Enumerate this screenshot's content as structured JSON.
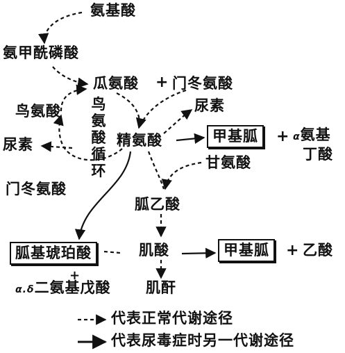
{
  "nodes": {
    "amino_acid": "氨基酸",
    "carbamoyl_phosphate": "氨甲酰磷酸",
    "citrulline": "瓜氨酸",
    "aspartate_top": "门冬氨酸",
    "urea_right": "尿素",
    "ornithine": "鸟氨酸",
    "ornithine_cycle": "鸟氨酸循环",
    "urea_left": "尿素",
    "arginine": "精氨酸",
    "methylguanidine_top": "甲基胍",
    "alpha_prefix": "α",
    "aminobutyric_a": "氨基",
    "aminobutyric_b": "丁酸",
    "glycine": "甘氨酸",
    "aspartate_left": "门冬氨酸",
    "guanidinoacetic_acid": "胍乙酸",
    "guanidinosuccinic_acid": "胍基琥珀酸",
    "creatine": "肌酸",
    "methylguanidine_bottom": "甲基胍",
    "acetic_acid": "乙酸",
    "ad_prefix": "α.δ",
    "diaminovaleric_acid": "二氨基戊酸",
    "creatinine": "肌酐"
  },
  "plus": "+",
  "legend": {
    "normal": "代表正常代谢途径",
    "uremia": "代表尿毒症时另一代谢途径"
  }
}
